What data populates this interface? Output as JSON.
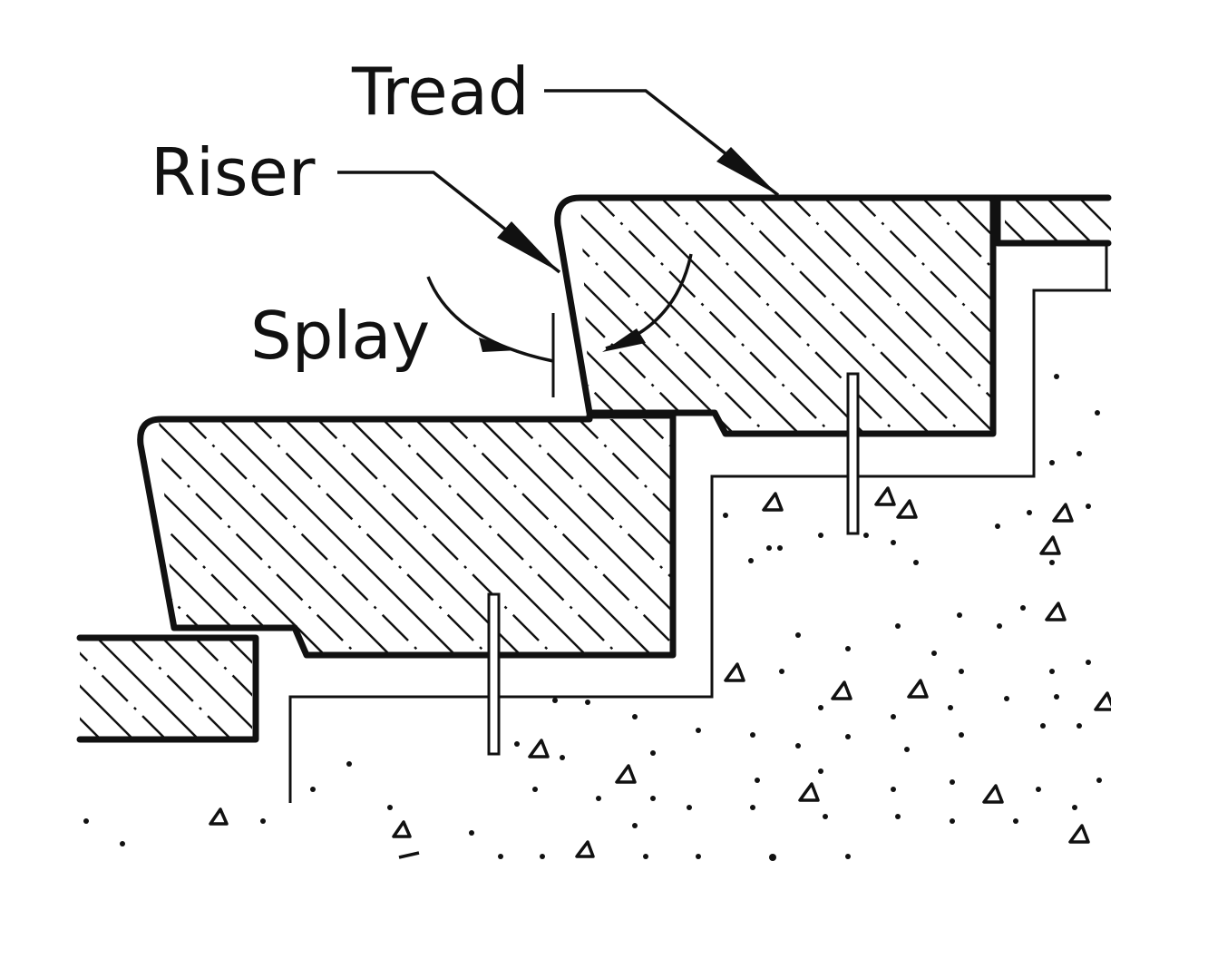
{
  "labels": {
    "tread": "Tread",
    "riser": "Riser",
    "splay": "Splay"
  }
}
